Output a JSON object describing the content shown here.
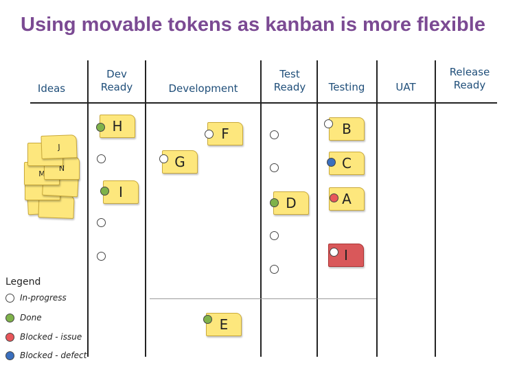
{
  "title": "Using movable tokens as kanban is more flexible",
  "columns": [
    {
      "id": "ideas",
      "label": "Ideas"
    },
    {
      "id": "dev-ready",
      "label": "Dev\nReady"
    },
    {
      "id": "development",
      "label": "Development"
    },
    {
      "id": "test-ready",
      "label": "Test\nReady"
    },
    {
      "id": "testing",
      "label": "Testing"
    },
    {
      "id": "uat",
      "label": "UAT"
    },
    {
      "id": "release-ready",
      "label": "Release\nReady"
    }
  ],
  "ideas_pile": [
    "J",
    "N",
    "M"
  ],
  "cards": [
    {
      "id": "H",
      "label": "H",
      "status": "done"
    },
    {
      "id": "I",
      "label": "I",
      "status": "done"
    },
    {
      "id": "F",
      "label": "F",
      "status": "in-progress"
    },
    {
      "id": "G",
      "label": "G",
      "status": "in-progress"
    },
    {
      "id": "D",
      "label": "D",
      "status": "done"
    },
    {
      "id": "B",
      "label": "B",
      "status": "in-progress"
    },
    {
      "id": "C",
      "label": "C",
      "status": "blocked-defect"
    },
    {
      "id": "A",
      "label": "A",
      "status": "blocked-issue"
    },
    {
      "id": "I2",
      "label": "I",
      "status": "in-progress"
    },
    {
      "id": "E",
      "label": "E",
      "status": "done"
    }
  ],
  "legend": {
    "title": "Legend",
    "items": [
      {
        "label": "In-progress",
        "status": "in-progress"
      },
      {
        "label": "Done",
        "status": "done"
      },
      {
        "label": "Blocked - issue",
        "status": "blocked-issue"
      },
      {
        "label": "Blocked - defect",
        "status": "blocked-defect"
      }
    ]
  },
  "colors": {
    "title": "#7b4a93",
    "header": "#1f4e79",
    "note": "#fde77d",
    "note_blocked": "#d9585a",
    "done": "#7fb24a",
    "issue": "#e8565a",
    "defect": "#3a6fbe"
  }
}
